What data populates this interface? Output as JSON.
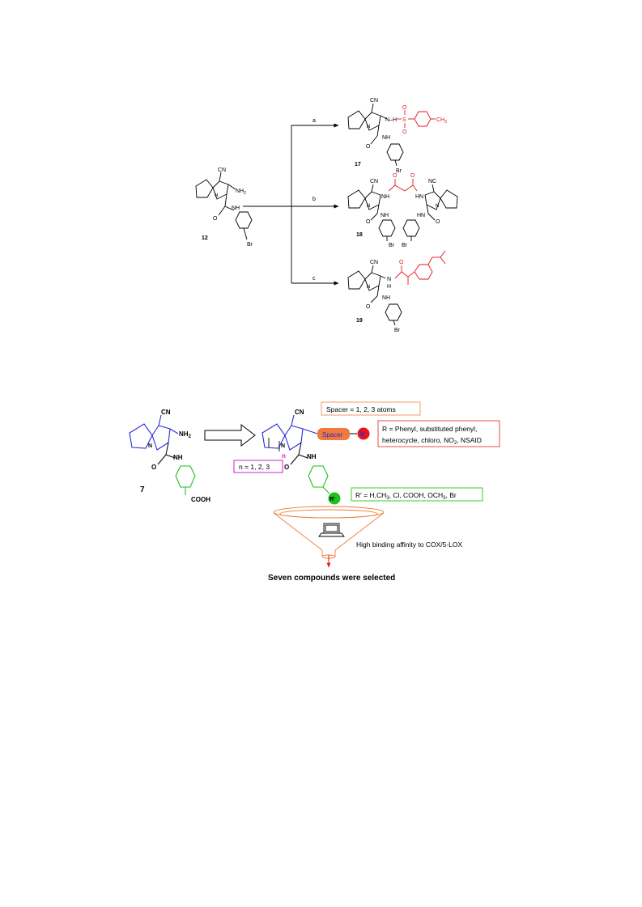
{
  "scheme1": {
    "start": {
      "label": "12",
      "cn": "CN",
      "nh2": "NH",
      "nh2_sub": "2",
      "nh": "NH",
      "o": "O",
      "n": "N",
      "br": "Br"
    },
    "arrows": {
      "a": "a",
      "b": "b",
      "c": "c"
    },
    "p17": {
      "label": "17",
      "cn": "CN",
      "nh_sul": "N—H—S",
      "o_top": "O",
      "o_bot": "O",
      "ch3": "CH",
      "ch3_sub": "3",
      "nh": "NH",
      "o": "O",
      "n": "N",
      "br": "Br"
    },
    "p18": {
      "label": "18",
      "cn_left": "CN",
      "cn_right": "NC",
      "nh_left": "NH",
      "nh_right": "HN",
      "nh_amide_left": "NH",
      "nh_amide_right": "HN",
      "o_top_left": "O",
      "o_top_right": "O",
      "o_left": "O",
      "o_right": "O",
      "n_left": "N",
      "n_right": "N",
      "br_left": "Br",
      "br_right": "Br"
    },
    "p19": {
      "label": "19",
      "cn": "CN",
      "nh_link": "N",
      "h_link": "H",
      "o_top": "O",
      "nh": "NH",
      "o": "O",
      "n": "N",
      "br": "Br"
    }
  },
  "scheme2": {
    "lead": {
      "label": "7",
      "cn": "CN",
      "nh2": "NH",
      "nh2_sub": "2",
      "nh": "NH",
      "o": "O",
      "n": "N",
      "cooh": "COOH"
    },
    "design": {
      "cn": "CN",
      "n": "N",
      "n_index": "n",
      "nh": "NH",
      "o": "O",
      "spacer": "Spacer",
      "r": "R",
      "r_prime": "R'"
    },
    "boxes": {
      "spacer_box": "Spacer = 1, 2, 3 atoms",
      "r_box_line1": "R = Phenyl,  substituted phenyl,",
      "r_box_line2_a": "heterocycle, chloro, NO",
      "r_box_line2_sub": "2",
      "r_box_line2_b": ", NSAID",
      "n_box": "n = 1, 2, 3",
      "r_prime_box_a": "R' = H,CH",
      "r_prime_box_sub": "3",
      "r_prime_box_b": ", Cl, COOH, OCH",
      "r_prime_box_sub2": "3",
      "r_prime_box_c": ", Br"
    },
    "funnel_caption": "High binding affinity to COX/5-LOX",
    "result": "Seven compounds were selected"
  },
  "colors": {
    "red": "#e8151b",
    "blue": "#2b2bd8",
    "green": "#1fbf1f",
    "orange": "#f07a3a",
    "magenta": "#d21fd2",
    "box_orange": "#f29a6b",
    "box_red": "#e84b4b",
    "box_green": "#33cc33"
  }
}
